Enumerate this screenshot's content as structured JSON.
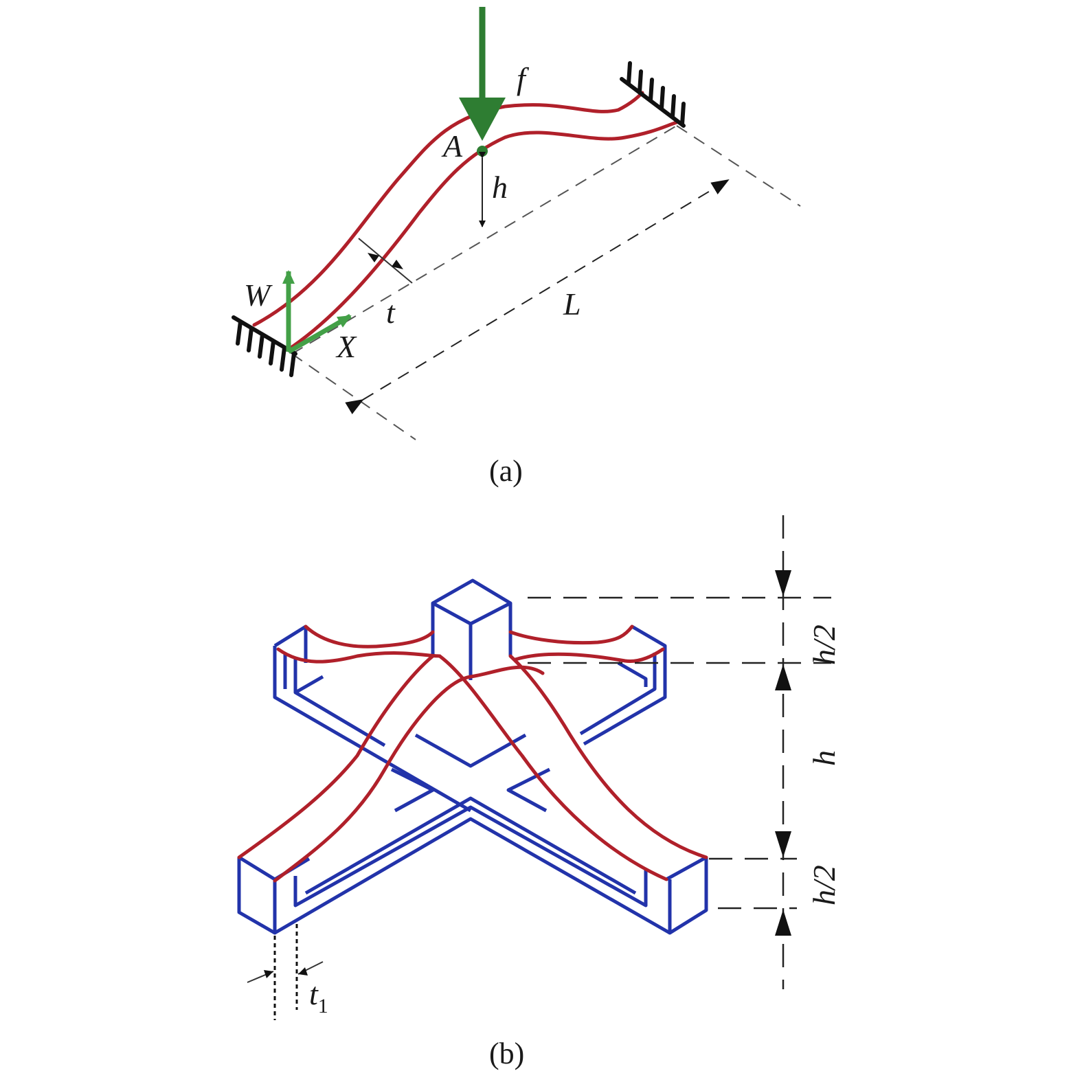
{
  "colors": {
    "beam": "#b0202a",
    "frame": "#2233aa",
    "force": "#2e7d32",
    "axis": "#43a047"
  },
  "panel_a": {
    "caption": "(a)",
    "force_label": "f",
    "point_label": "A",
    "height_label": "h",
    "thickness_label": "t",
    "length_label": "L",
    "axis_w_label": "W",
    "axis_x_label": "X"
  },
  "panel_b": {
    "caption": "(b)",
    "dim_top_label": "h/2",
    "dim_mid_label": "h",
    "dim_bottom_label": "h/2",
    "thickness_label": "t",
    "thickness_subscript": "1"
  }
}
